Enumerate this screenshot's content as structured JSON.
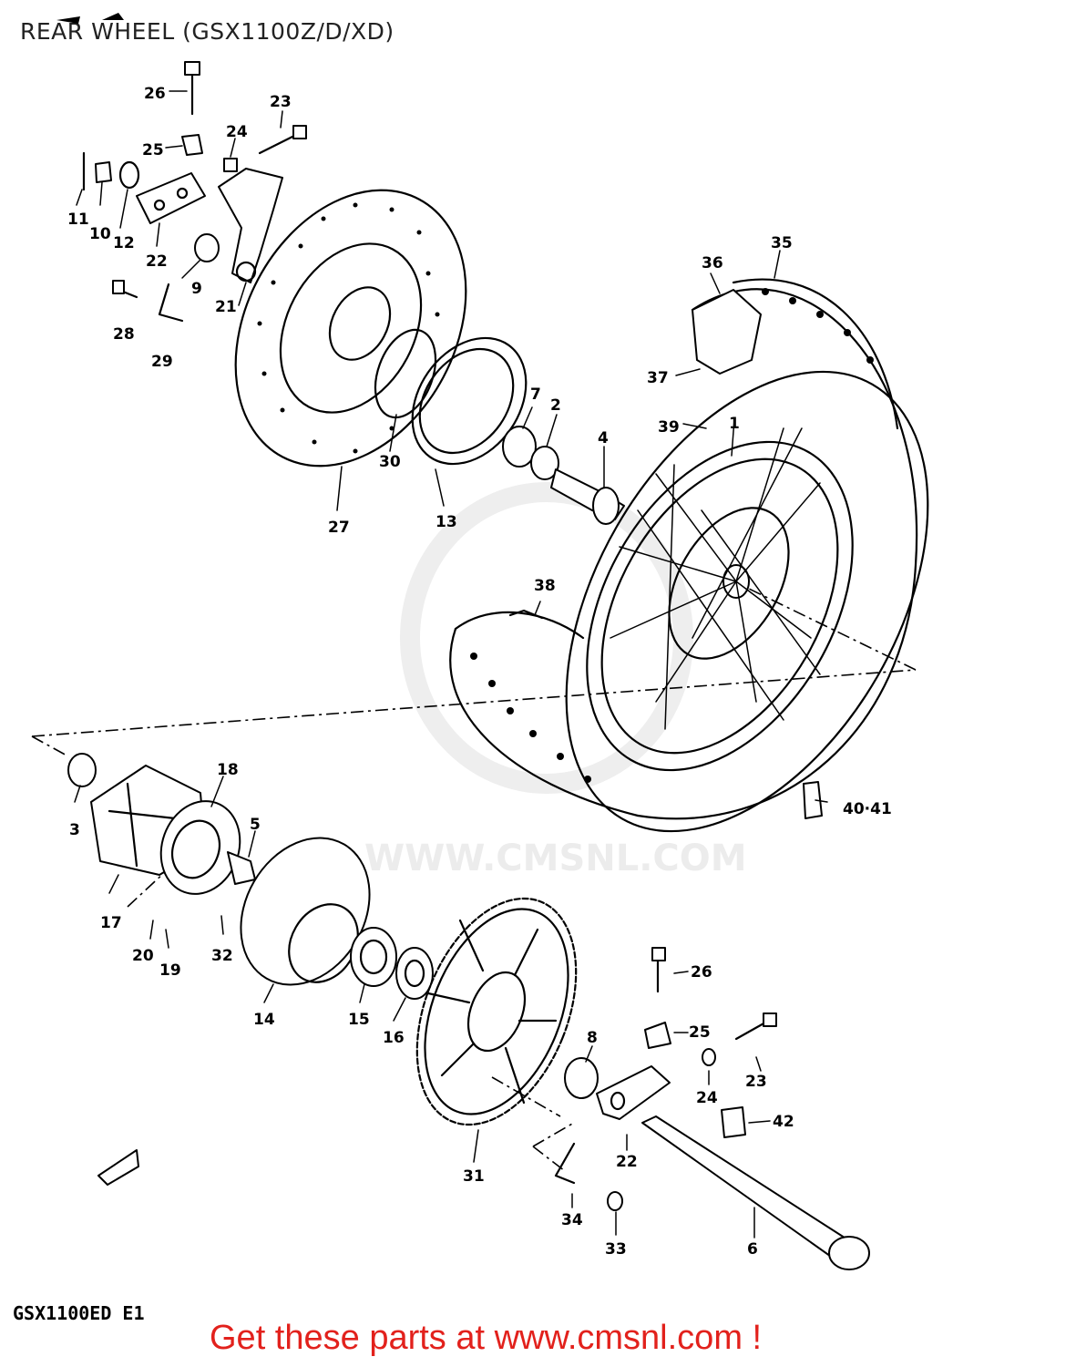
{
  "header": {
    "title": "REAR WHEEL (GSX1100Z/D/XD)"
  },
  "diagram": {
    "model_code": "GSX1100ED E1",
    "watermark": "WWW.CMSNL.COM",
    "callouts": {
      "c1": "1",
      "c2": "2",
      "c3": "3",
      "c4": "4",
      "c5": "5",
      "c6": "6",
      "c7": "7",
      "c8": "8",
      "c9": "9",
      "c10": "10",
      "c11": "11",
      "c12": "12",
      "c13": "13",
      "c14": "14",
      "c15": "15",
      "c16": "16",
      "c17": "17",
      "c18": "18",
      "c19": "19",
      "c20": "20",
      "c21": "21",
      "c22a": "22",
      "c22b": "22",
      "c23a": "23",
      "c23b": "23",
      "c24a": "24",
      "c24b": "24",
      "c25a": "25",
      "c25b": "25",
      "c26a": "26",
      "c26b": "26",
      "c27": "27",
      "c28": "28",
      "c29": "29",
      "c30": "30",
      "c31": "31",
      "c32": "32",
      "c33": "33",
      "c34": "34",
      "c35": "35",
      "c36": "36",
      "c37": "37",
      "c38": "38",
      "c39": "39",
      "c4041": "40·41",
      "c42": "42"
    }
  },
  "footer": {
    "link_text": "Get these parts at www.cmsnl.com !"
  }
}
